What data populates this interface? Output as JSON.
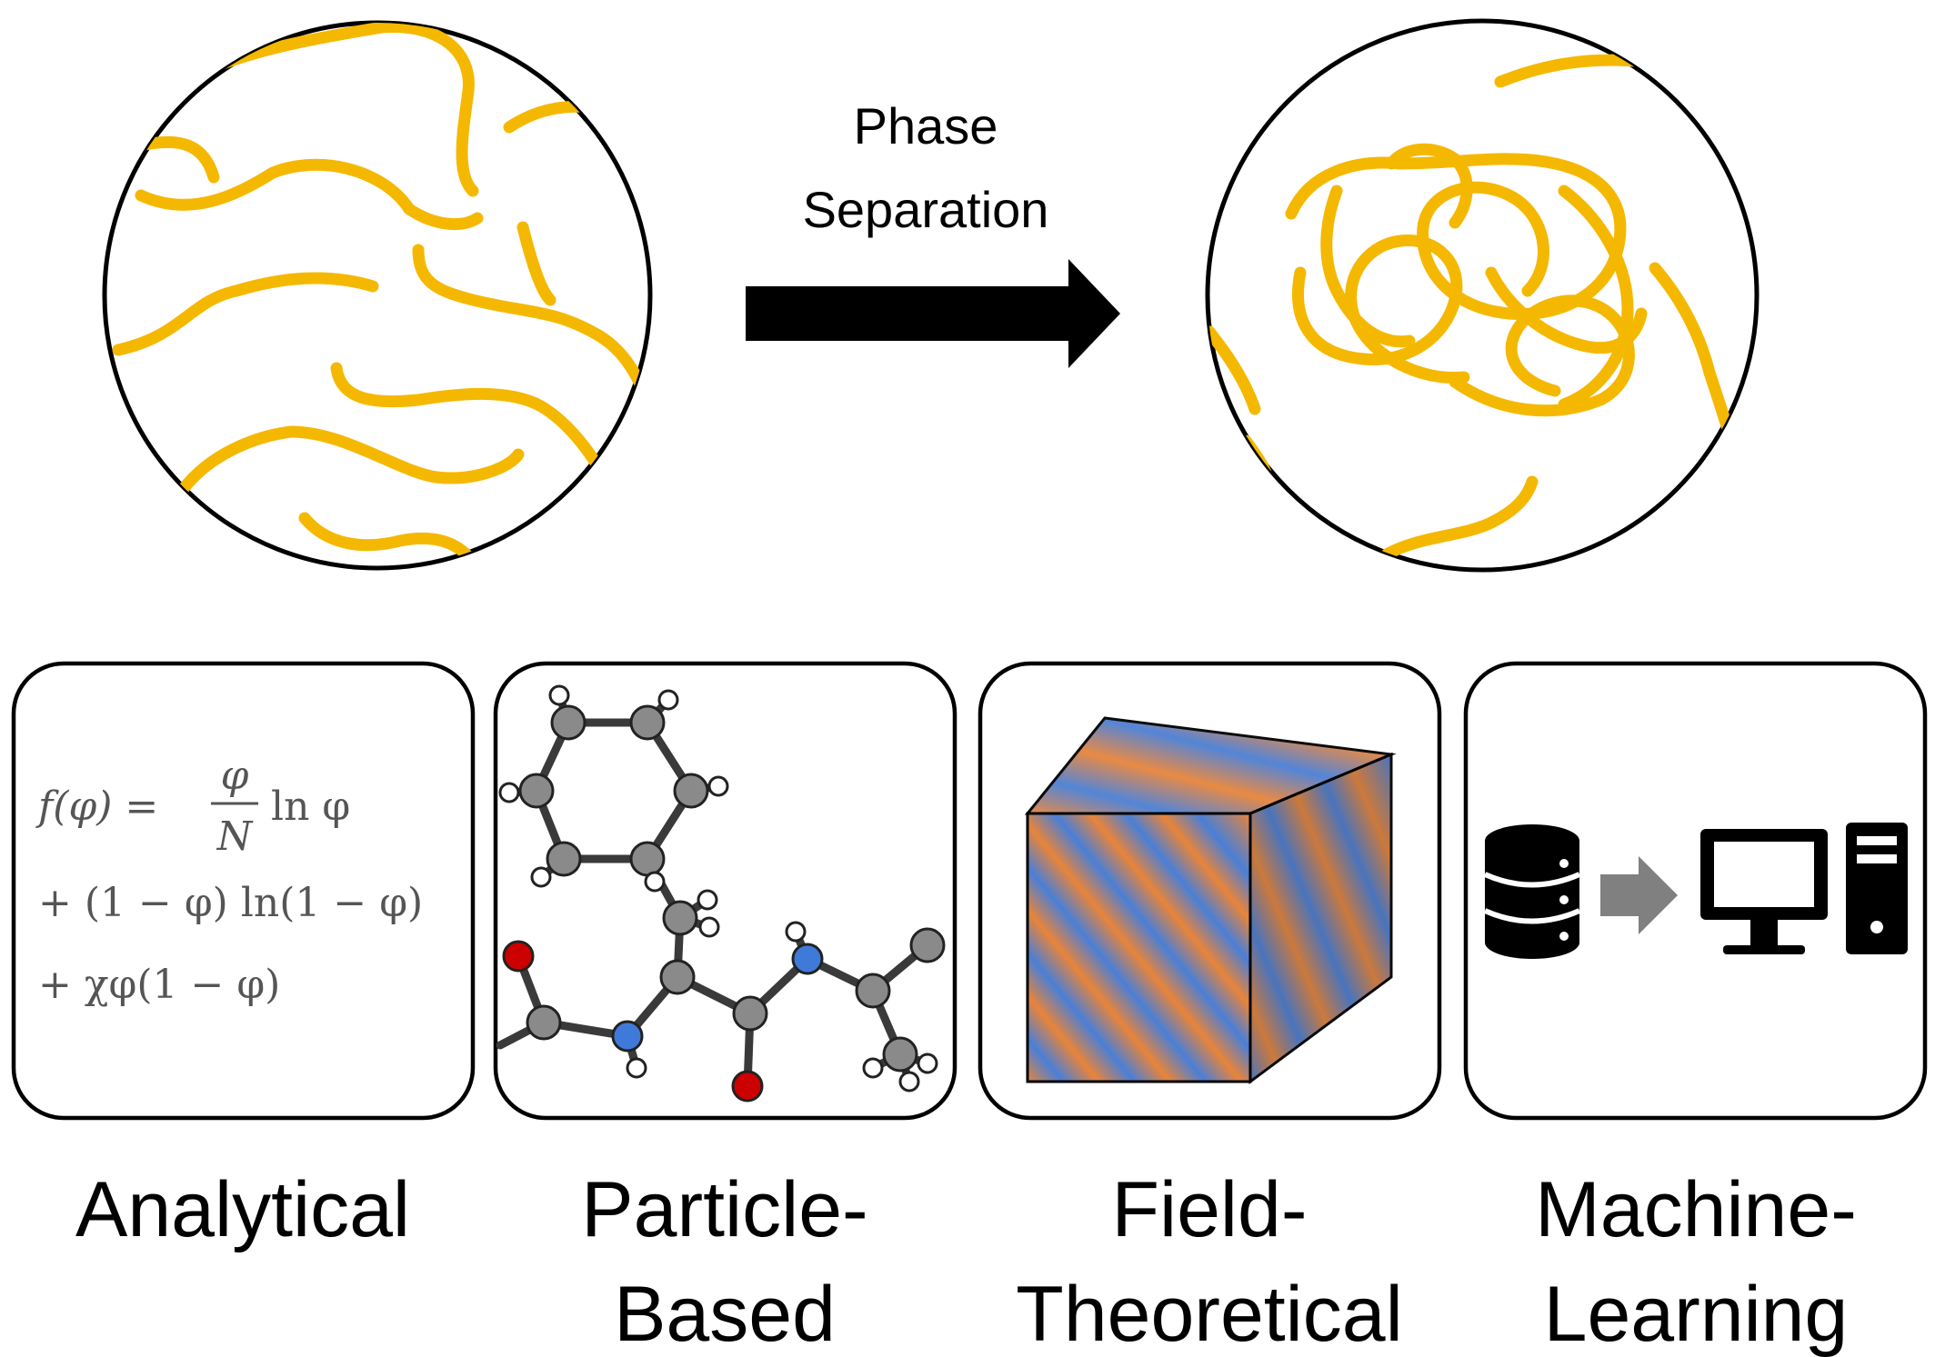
{
  "arrow": {
    "line1": "Phase",
    "line2": "Separation"
  },
  "equation": {
    "line1_lhs": "f(φ) =",
    "line1_frac_num": "φ",
    "line1_frac_den": "N",
    "line1_rhs": "ln φ",
    "line2": "+ (1 − φ) ln(1 − φ)",
    "line3": "+ χφ(1 − φ)"
  },
  "methods": [
    {
      "line1": "Analytical",
      "line2": ""
    },
    {
      "line1": "Particle-",
      "line2": "Based"
    },
    {
      "line1": "Field-",
      "line2": "Theoretical"
    },
    {
      "line1": "Machine-",
      "line2": "Learning"
    }
  ],
  "colors": {
    "chain": "#f5b800",
    "oxygen": "#cc0000",
    "nitrogen": "#3f7ad9",
    "carbon": "#8a8a8a",
    "hydrogen": "#ffffff",
    "cube_orange": "#e8843a",
    "cube_blue": "#4a7fd6",
    "arrow_gray": "#808080"
  },
  "icons": {
    "database": "database-icon",
    "computer": "desktop-computer-icon",
    "arrow": "arrow-right-icon"
  }
}
